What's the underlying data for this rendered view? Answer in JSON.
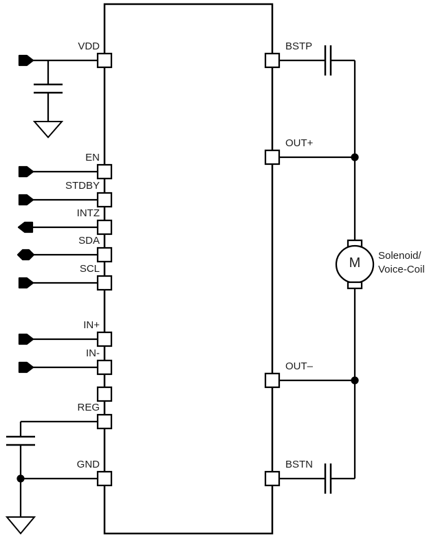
{
  "diagram": {
    "kind": "typical-application-schematic",
    "ic_pins": {
      "left": {
        "vdd": "VDD",
        "en": "EN",
        "stdby": "STDBY",
        "intz": "INTZ",
        "sda": "SDA",
        "scl": "SCL",
        "inp": "IN+",
        "inn": "IN-",
        "reg": "REG",
        "gnd": "GND"
      },
      "right": {
        "bstp": "BSTP",
        "outp": "OUT+",
        "outn": "OUT–",
        "bstn": "BSTN"
      }
    },
    "load": {
      "motor_symbol": "M",
      "label_line1": "Solenoid/",
      "label_line2": "Voice-Coil"
    },
    "colors": {
      "line": "#000000",
      "background": "#ffffff",
      "text": "#1c1c1c"
    }
  }
}
